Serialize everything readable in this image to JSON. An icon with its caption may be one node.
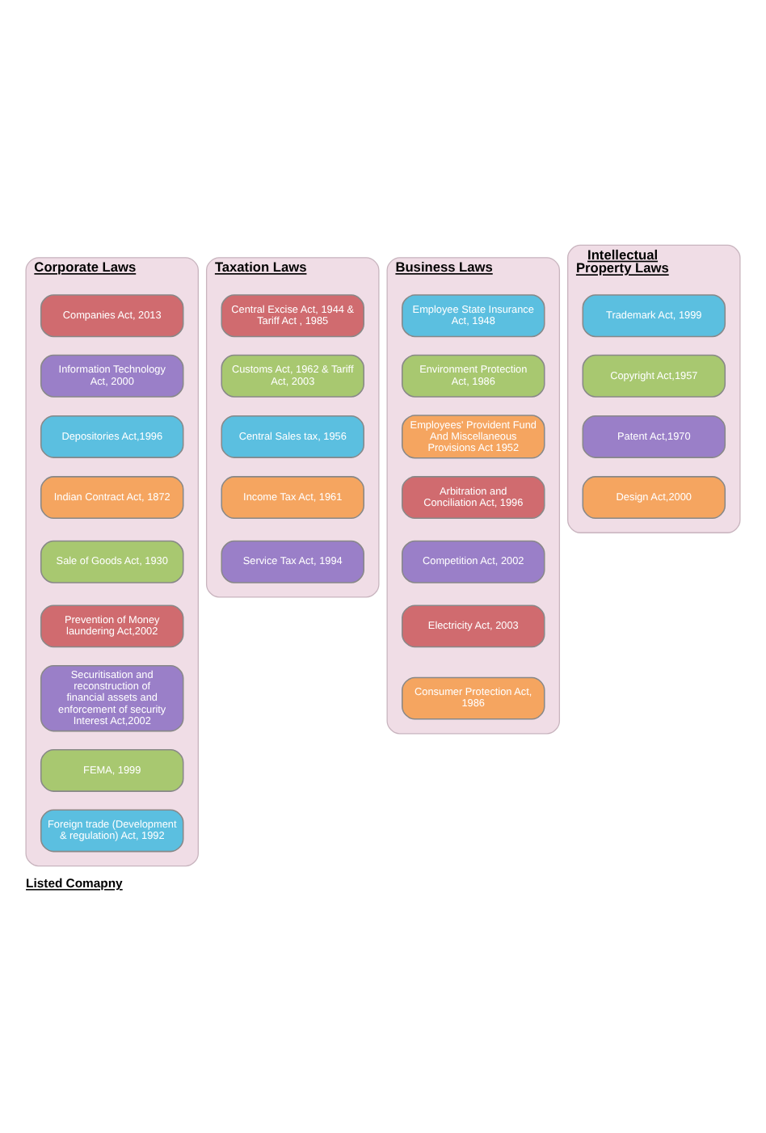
{
  "diagram": {
    "caption": "Listed Comapny",
    "nodes": [
      {
        "text": [
          "Corporate Laws"
        ]
      },
      {
        "text": [
          "Companies Act, 2013"
        ],
        "in": 0
      },
      {
        "text": [
          "Information Technology Act, 2000"
        ],
        "in": 0
      },
      {
        "text": [
          "Depositories Act,1996"
        ],
        "in": 0
      },
      {
        "text": [
          "Indian Contract Act, 1872"
        ],
        "in": 0
      },
      {
        "text": [
          "Sale of Goods Act, 1930"
        ],
        "in": 0
      },
      {
        "text": [
          "Prevention of Money laundering Act,2002"
        ],
        "in": 0
      },
      {
        "text": [
          "Securitisation and reconstruction of financial assets and enforcement of security Interest Act,2002"
        ],
        "in": 0
      },
      {
        "text": [
          "FEMA, 1999"
        ],
        "in": 0
      },
      {
        "text": [
          "Foreign trade (Development & regulation) Act, 1992"
        ],
        "in": 0
      },
      {
        "text": [
          "Taxation Laws"
        ]
      },
      {
        "text": [
          "Central Excise Act, 1944 & Tariff Act , 1985"
        ],
        "in": 10
      },
      {
        "text": [
          "Customs Act, 1962 & Tariff Act, 2003"
        ],
        "in": 10
      },
      {
        "text": [
          "Central Sales tax, 1956"
        ],
        "in": 10
      },
      {
        "text": [
          "Income Tax Act, 1961"
        ],
        "in": 10
      },
      {
        "text": [
          "Service Tax Act, 1994"
        ],
        "in": 10
      },
      {
        "text": [
          "Business Laws"
        ]
      },
      {
        "text": [
          "Employee State Insurance Act, 1948"
        ],
        "in": 16
      },
      {
        "text": [
          "Environment Protection Act, 1986"
        ],
        "in": 16
      },
      {
        "text": [
          "Employees' Provident Fund And Miscellaneous Provisions Act 1952"
        ],
        "in": 16
      },
      {
        "text": [
          "Arbitration and Conciliation Act, 1996"
        ],
        "in": 16
      },
      {
        "text": [
          "Competition Act, 2002"
        ],
        "in": 16
      },
      {
        "text": [
          "Electricity Act, 2003"
        ],
        "in": 16
      },
      {
        "text": [
          "Consumer Protection Act, 1986"
        ],
        "in": 16
      },
      {
        "text": [
          "Intellectual Property Laws"
        ]
      },
      {
        "text": [
          "Trademark Act, 1999"
        ],
        "in": 24
      },
      {
        "text": [
          "Copyright Act,1957"
        ],
        "in": 24
      },
      {
        "text": [
          "Patent Act,1970"
        ],
        "in": 24
      },
      {
        "text": [
          "Design Act,2000"
        ],
        "in": 24
      }
    ],
    "edges": []
  }
}
